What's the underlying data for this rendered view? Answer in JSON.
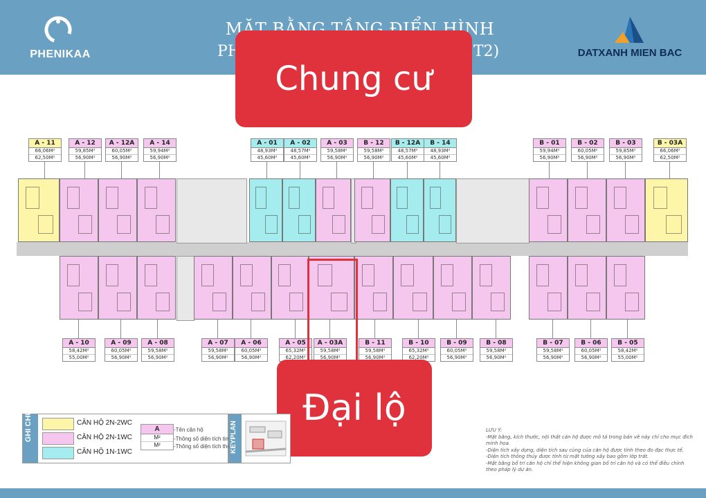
{
  "header": {
    "title_line1": "MẶT BẰNG TẦNG ĐIỂN HÌNH",
    "title_line2_left": "PH",
    "title_line2_right": "T2)",
    "left_brand": "PHENIKAA",
    "right_brand": "DATXANH MIEN BAC"
  },
  "overlays": {
    "top": "Chung cư",
    "bottom": "Đại lộ"
  },
  "colors": {
    "header_bg": "#6aa0c2",
    "unit_2n2wc": "#fdf6a8",
    "unit_2n1wc": "#f6c7ee",
    "unit_1n1wc": "#a5ecee",
    "overlay_red": "#e0323d",
    "core_gray": "#e8e8e8",
    "corridor_gray": "#cfcfcf"
  },
  "units_top": [
    {
      "code": "A - 11",
      "a1": "66,06M²",
      "a2": "62,50M²",
      "type": "2n2wc"
    },
    {
      "code": "A - 12",
      "a1": "59,85M²",
      "a2": "56,90M²",
      "type": "2n1wc"
    },
    {
      "code": "A - 12A",
      "a1": "60,05M²",
      "a2": "56,90M²",
      "type": "2n1wc"
    },
    {
      "code": "A - 14",
      "a1": "59,94M²",
      "a2": "56,90M²",
      "type": "2n1wc"
    },
    {
      "code": "A - 01",
      "a1": "48,93M²",
      "a2": "45,60M²",
      "type": "1n1wc"
    },
    {
      "code": "A - 02",
      "a1": "48,57M²",
      "a2": "45,60M²",
      "type": "1n1wc"
    },
    {
      "code": "A - 03",
      "a1": "59,58M²",
      "a2": "56,90M²",
      "type": "2n1wc"
    },
    {
      "code": "B - 12",
      "a1": "59,58M²",
      "a2": "56,90M²",
      "type": "2n1wc"
    },
    {
      "code": "B - 12A",
      "a1": "48,57M²",
      "a2": "45,60M²",
      "type": "1n1wc"
    },
    {
      "code": "B - 14",
      "a1": "48,93M²",
      "a2": "45,60M²",
      "type": "1n1wc"
    },
    {
      "code": "B - 01",
      "a1": "59,94M²",
      "a2": "56,90M²",
      "type": "2n1wc"
    },
    {
      "code": "B - 02",
      "a1": "60,05M²",
      "a2": "56,90M²",
      "type": "2n1wc"
    },
    {
      "code": "B - 03",
      "a1": "59,85M²",
      "a2": "56,90M²",
      "type": "2n1wc"
    },
    {
      "code": "B - 03A",
      "a1": "66,06M²",
      "a2": "62,50M²",
      "type": "2n2wc"
    }
  ],
  "units_bottom": [
    {
      "code": "A - 10",
      "a1": "58,42M²",
      "a2": "55,00M²",
      "type": "2n1wc"
    },
    {
      "code": "A - 09",
      "a1": "60,05M²",
      "a2": "56,90M²",
      "type": "2n1wc"
    },
    {
      "code": "A - 08",
      "a1": "59,58M²",
      "a2": "56,90M²",
      "type": "2n1wc"
    },
    {
      "code": "A - 07",
      "a1": "59,58M²",
      "a2": "56,90M²",
      "type": "2n1wc"
    },
    {
      "code": "A - 06",
      "a1": "60,05M²",
      "a2": "56,90M²",
      "type": "2n1wc"
    },
    {
      "code": "A - 05",
      "a1": "65,32M²",
      "a2": "62,20M²",
      "type": "2n1wc"
    },
    {
      "code": "A - 03A",
      "a1": "59,58M²",
      "a2": "56,90M²",
      "type": "2n1wc"
    },
    {
      "code": "B - 11",
      "a1": "59,58M²",
      "a2": "56,90M²",
      "type": "2n1wc"
    },
    {
      "code": "B - 10",
      "a1": "65,32M²",
      "a2": "62,20M²",
      "type": "2n1wc"
    },
    {
      "code": "B - 09",
      "a1": "60,05M²",
      "a2": "56,90M²",
      "type": "2n1wc"
    },
    {
      "code": "B - 08",
      "a1": "59,58M²",
      "a2": "56,90M²",
      "type": "2n1wc"
    },
    {
      "code": "B - 07",
      "a1": "59,58M²",
      "a2": "56,90M²",
      "type": "2n1wc"
    },
    {
      "code": "B - 06",
      "a1": "60,05M²",
      "a2": "56,90M²",
      "type": "2n1wc"
    },
    {
      "code": "B - 05",
      "a1": "58,42M²",
      "a2": "55,00M²",
      "type": "2n1wc"
    }
  ],
  "legend": {
    "title": "GHI CHÚ",
    "items": [
      {
        "label": "CĂN HỘ 2N-2WC",
        "type": "2n2wc"
      },
      {
        "label": "CĂN HỘ 2N-1WC",
        "type": "2n1wc"
      },
      {
        "label": "CĂN HỘ 1N-1WC",
        "type": "1n1wc"
      }
    ],
    "key_code": "A",
    "key_m1": "M²",
    "key_m2": "M²",
    "key_desc_code": "-Tên căn hộ",
    "key_desc_m1": "-Thông số diện tích tim tường",
    "key_desc_m2": "-Thông số diện tích thông thủy",
    "keyplan_title": "KEYPLAN"
  },
  "notes": {
    "title": "LƯU Ý:",
    "lines": [
      "-Mặt bằng, kích thước, nội thất căn hộ được mô tả trong bản vẽ này chỉ cho mục đích minh họa.",
      "-Diện tích xây dựng, diện tích sau cùng của căn hộ được tính theo đo đạc thực tế.",
      "-Diện tích thông thủy được tính từ mặt tường xây bao gồm lớp trát.",
      "-Mặt bằng bố trí căn hộ chỉ thể hiện không gian bố trí căn hộ và có thể điều chỉnh theo pháp lý dự án."
    ]
  }
}
